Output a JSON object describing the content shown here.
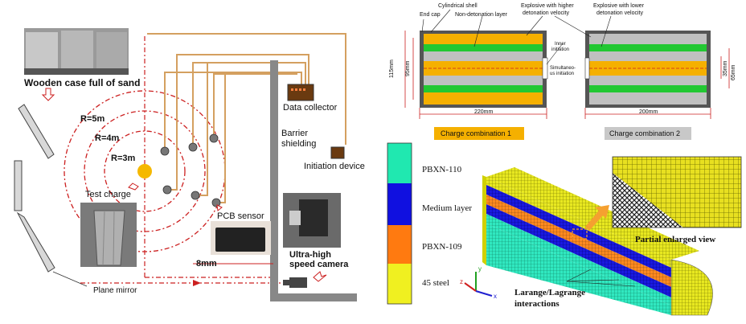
{
  "left_panel": {
    "sand_case_label": "Wooden case full of sand",
    "radius_labels": [
      "R=5m",
      "R=4m",
      "R=3m"
    ],
    "test_charge_label": "Test charge",
    "data_collector_label": "Data collector",
    "barrier_label_line1": "Barrier",
    "barrier_label_line2": "shielding",
    "initiation_device_label": "Initiation device",
    "pcb_sensor_label": "PCB sensor",
    "distance_label": "8mm",
    "camera_label_line1": "Ultra-high",
    "camera_label_line2": "speed camera",
    "mirror_label": "Plane mirror",
    "colors": {
      "wire": "#d4a060",
      "dash": "#cc2020",
      "charge": "#f5b800",
      "sensor": "#777777",
      "barrier": "#888888"
    }
  },
  "top_right_panel": {
    "end_cap_label": "End cap",
    "cyl_shell_label": "Cylindrical shell",
    "non_det_label": "Non-detonation layer",
    "higher_vel_line1": "Explosive with higher",
    "higher_vel_line2": "detonation velocity",
    "lower_vel_line1": "Explosive with lower",
    "lower_vel_line2": "detonation velocity",
    "inner_init_line1": "Inner",
    "inner_init_line2": "initiation",
    "simul_init_line1": "Simultaneo-",
    "simul_init_line2": "us initiation",
    "dim_115": "115mm",
    "dim_95": "95mm",
    "dim_220": "220mm",
    "dim_200": "200mm",
    "dim_65": "65mm",
    "dim_35": "35mm",
    "combo1_label": "Charge combination 1",
    "combo2_label": "Charge combination 2",
    "colors": {
      "orange": "#f5b000",
      "green": "#22c832",
      "grey": "#c0c0c0",
      "shell": "#555555",
      "combo1_bg": "#f5b000",
      "combo2_bg": "#c8c8c8"
    }
  },
  "bottom_right_panel": {
    "legend": [
      {
        "label": "PBXN-110",
        "color": "#20e8b0"
      },
      {
        "label": "Medium layer",
        "color": "#1010e0"
      },
      {
        "label": "PBXN-109",
        "color": "#ff7a10"
      },
      {
        "label": "45 steel",
        "color": "#f0f020"
      }
    ],
    "partial_view_label": "Partial enlarged view",
    "interaction_line1": "Larange/Lagrange",
    "interaction_line2": "interactions",
    "axis_y": "y",
    "axis_z": "z",
    "axis_x": "x"
  }
}
